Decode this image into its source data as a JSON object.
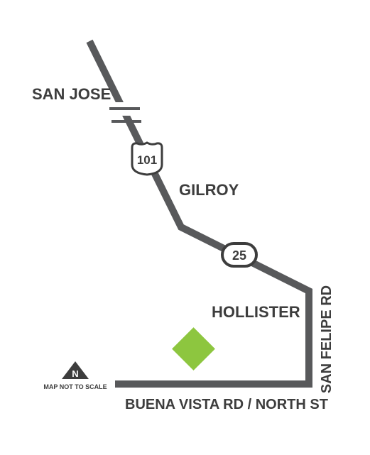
{
  "map": {
    "cities": {
      "san_jose": "SAN JOSE",
      "gilroy": "GILROY",
      "hollister": "HOLLISTER"
    },
    "roads": {
      "san_felipe": "SAN FELIPE RD",
      "buena_vista": "BUENA VISTA RD / NORTH ST"
    },
    "shields": {
      "us_101": "101",
      "route_25": "25"
    },
    "north_arrow_letter": "N",
    "scale_note": "MAP NOT TO SCALE",
    "colors": {
      "road": "#58595b",
      "text": "#3d3d3d",
      "destination": "#8dc63f",
      "background": "#ffffff"
    },
    "icons": {
      "destination": "green-diamond-marker",
      "north": "north-arrow-icon",
      "highway_shield": "us-highway-shield-icon",
      "state_route": "state-route-oval-icon"
    }
  }
}
